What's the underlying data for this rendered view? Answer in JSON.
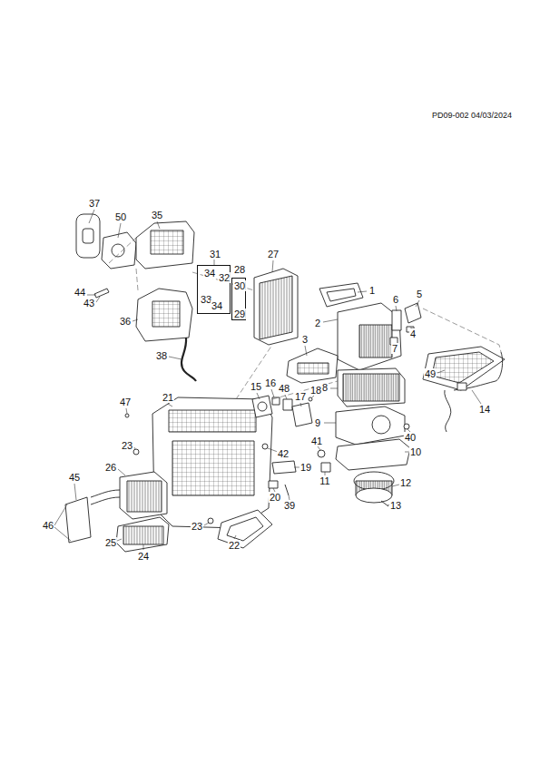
{
  "diagram": {
    "nodes": [
      {
        "text": [
          "31",
          "34",
          "32",
          "33",
          "34"
        ]
      },
      {
        "text": [
          "28",
          "30",
          "29"
        ]
      }
    ],
    "labels": [
      "PD09-002 04/03/2024",
      "37",
      "50",
      "35",
      "27",
      "1",
      "6",
      "5",
      "44",
      "43",
      "36",
      "2",
      "4",
      "7",
      "3",
      "38",
      "49",
      "8",
      "15",
      "16",
      "48",
      "18",
      "17",
      "14",
      "47",
      "21",
      "9",
      "40",
      "41",
      "10",
      "23",
      "42",
      "19",
      "11",
      "26",
      "12",
      "20",
      "39",
      "13",
      "45",
      "46",
      "23",
      "22",
      "25",
      "24"
    ]
  }
}
